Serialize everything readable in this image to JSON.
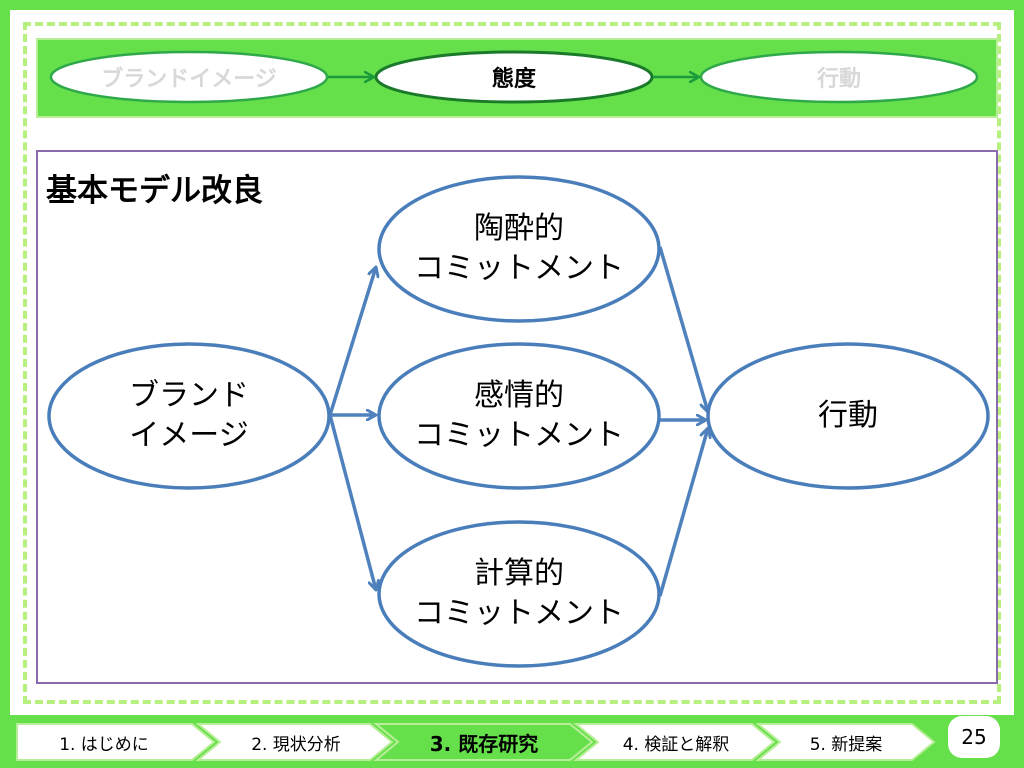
{
  "steps": [
    "ブランドイメージ",
    "態度",
    "行動"
  ],
  "diagram_title": "基本モデル改良",
  "nodes": {
    "brand": [
      "ブランド",
      "イメージ"
    ],
    "affective_top": [
      "陶酔的",
      "コミットメント"
    ],
    "affective_mid": [
      "感情的",
      "コミットメント"
    ],
    "calculative": [
      "計算的",
      "コミットメント"
    ],
    "behavior": [
      "行動"
    ]
  },
  "nav": [
    "1. はじめに",
    "2.  現状分析",
    "3. 既存研究",
    "4. 検証と解釈",
    "5. 新提案"
  ],
  "page_number": "25",
  "colors": {
    "green": "#66e04a",
    "node_stroke": "#4a7ebb",
    "arrow": "#4f81bd",
    "top_arrow": "#1a9a3a"
  }
}
